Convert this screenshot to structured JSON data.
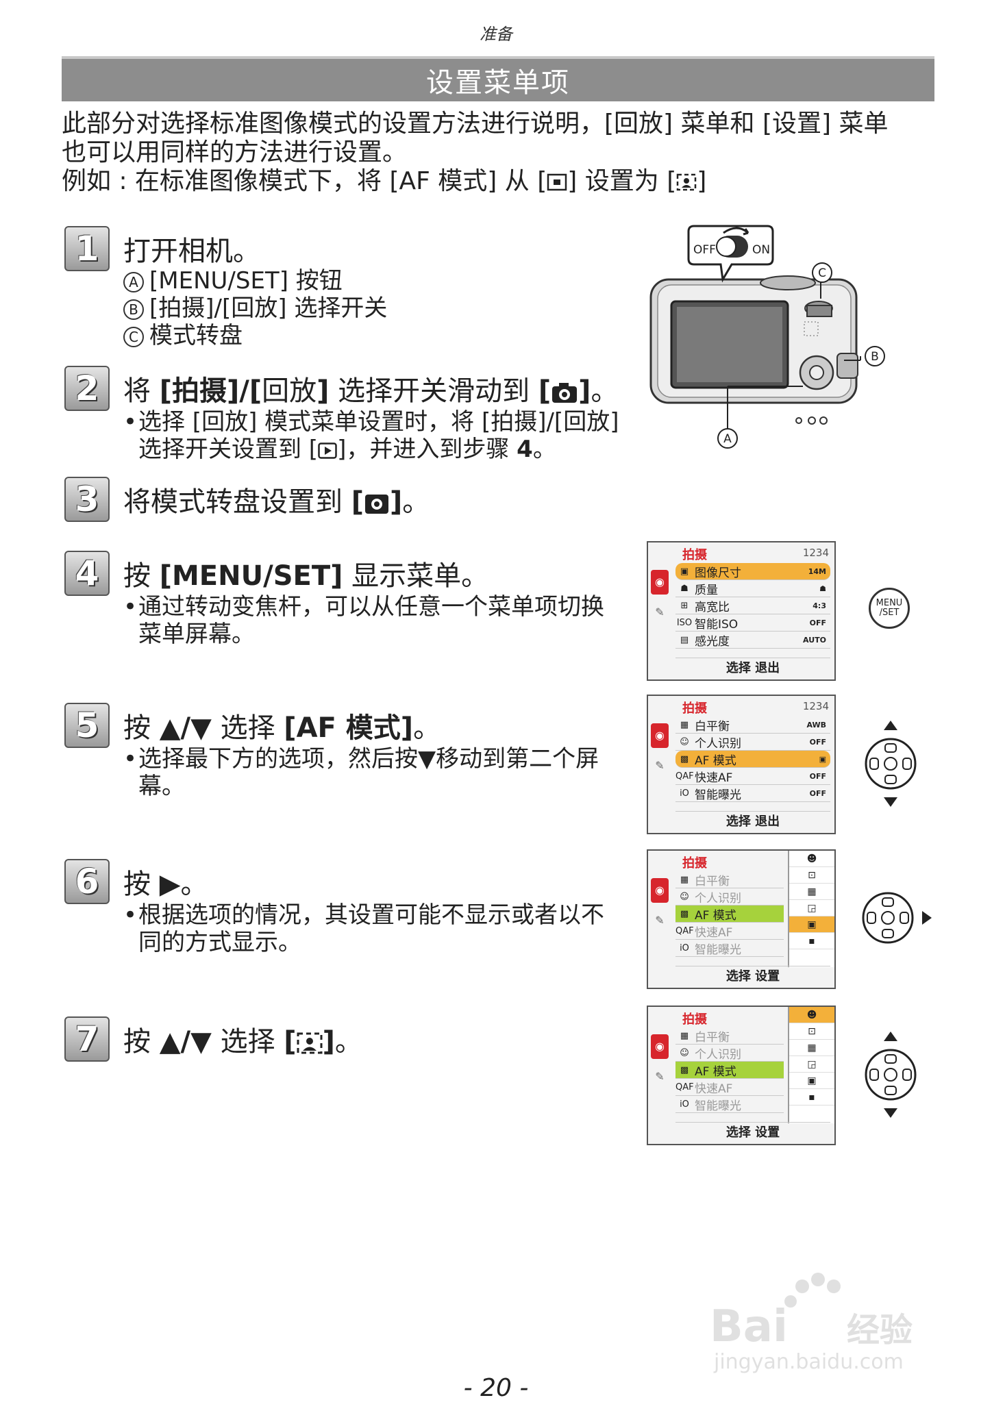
{
  "header": {
    "section_label": "准备"
  },
  "title": "设置菜单项",
  "intro": {
    "line1": "此部分对选择标准图像模式的设置方法进行说明，[回放] 菜单和 [设置] 菜单",
    "line2": "也可以用同样的方法进行设置。",
    "line3_prefix": "例如 : 在标准图像模式下，将 [AF 模式] 从 [",
    "line3_mid": "] 设置为 [",
    "line3_suffix": "]"
  },
  "steps": [
    {
      "num": "1",
      "title": "打开相机。",
      "notes": [
        {
          "mark": "A",
          "text": "[MENU/SET] 按钮"
        },
        {
          "mark": "B",
          "text": "[拍摄]/[回放] 选择开关"
        },
        {
          "mark": "C",
          "text": "模式转盘"
        }
      ]
    },
    {
      "num": "2",
      "title_a": "将 ",
      "title_b": "[拍摄]/[",
      "title_c": "回放",
      "title_d": "]",
      "title_e": " 选择开关滑动到 ",
      "title_f": "[",
      "title_g": "]",
      "title_h": "。",
      "bullet_line1": "选择 [回放] 模式菜单设置时，将 [拍摄]/[回放]",
      "bullet_line2_prefix": "选择开关设置到 [",
      "bullet_line2_suffix": "]，并进入到步骤 ",
      "bullet_step": "4",
      "bullet_end": "。"
    },
    {
      "num": "3",
      "title_a": "将模式转盘设置到 ",
      "title_b": "[",
      "title_c": "]",
      "title_d": "。"
    },
    {
      "num": "4",
      "title_a": "按 ",
      "title_b": "[MENU/SET]",
      "title_c": " 显示菜单。",
      "bullet_line1": "通过转动变焦杆，可以从任意一个菜单项切换",
      "bullet_line2": "菜单屏幕。"
    },
    {
      "num": "5",
      "title_a": "按 ",
      "title_b": "▲/▼",
      "title_c": " 选择 ",
      "title_d": "[AF 模式]",
      "title_e": "。",
      "bullet_line1": "选择最下方的选项，然后按▼移动到第二个屏",
      "bullet_line2": "幕。"
    },
    {
      "num": "6",
      "title_a": "按 ",
      "title_b": "▶",
      "title_c": "。",
      "bullet_line1": "根据选项的情况，其设置可能不显示或者以不",
      "bullet_line2": "同的方式显示。"
    },
    {
      "num": "7",
      "title_a": "按 ",
      "title_b": "▲/▼",
      "title_c": " 选择 ",
      "title_d": "[",
      "title_e": "]",
      "title_f": "。"
    }
  ],
  "camera": {
    "switch_off": "OFF",
    "switch_on": "ON",
    "callout_a": "A",
    "callout_b": "B",
    "callout_c": "C"
  },
  "screens": {
    "s1": {
      "title": "拍摄",
      "page": "1234",
      "rows": [
        {
          "icon": "▣",
          "label": "图像尺寸",
          "value": "14M"
        },
        {
          "icon": "☗",
          "label": "质量",
          "value": "☗"
        },
        {
          "icon": "⊞",
          "label": "高宽比",
          "value": "4:3"
        },
        {
          "icon": "ISO",
          "label": "智能ISO",
          "value": "OFF"
        },
        {
          "icon": "▤",
          "label": "感光度",
          "value": "AUTO"
        }
      ],
      "footer": "选择  退出"
    },
    "s2": {
      "title": "拍摄",
      "page": "1234",
      "rows": [
        {
          "icon": "▦",
          "label": "白平衡",
          "value": "AWB"
        },
        {
          "icon": "☺",
          "label": "个人识别",
          "value": "OFF"
        },
        {
          "icon": "▩",
          "label": "AF 模式",
          "value": "▣"
        },
        {
          "icon": "QAF",
          "label": "快速AF",
          "value": "OFF"
        },
        {
          "icon": "iO",
          "label": "智能曝光",
          "value": "OFF"
        }
      ],
      "footer": "选择  退出"
    },
    "s3": {
      "title": "拍摄",
      "rows": [
        {
          "icon": "▦",
          "label": "白平衡"
        },
        {
          "icon": "☺",
          "label": "个人识别"
        },
        {
          "icon": "▩",
          "label": "AF 模式"
        },
        {
          "icon": "QAF",
          "label": "快速AF"
        },
        {
          "icon": "iO",
          "label": "智能曝光"
        }
      ],
      "options": [
        "☻",
        "⊡",
        "▦",
        "◲",
        "▣",
        "▪"
      ],
      "footer": "选择  设置"
    },
    "s4": {
      "title": "拍摄",
      "rows": [
        {
          "icon": "▦",
          "label": "白平衡"
        },
        {
          "icon": "☺",
          "label": "个人识别"
        },
        {
          "icon": "▩",
          "label": "AF 模式"
        },
        {
          "icon": "QAF",
          "label": "快速AF"
        },
        {
          "icon": "iO",
          "label": "智能曝光"
        }
      ],
      "options": [
        "☻",
        "⊡",
        "▦",
        "◲",
        "▣",
        "▪"
      ],
      "footer": "选择  设置"
    }
  },
  "menu_button": {
    "line1": "MENU",
    "line2": "/SET"
  },
  "watermark": {
    "brand": "Bai",
    "brand2": "经验",
    "url": "jingyan.baidu.com"
  },
  "page_number": "- 20 -"
}
